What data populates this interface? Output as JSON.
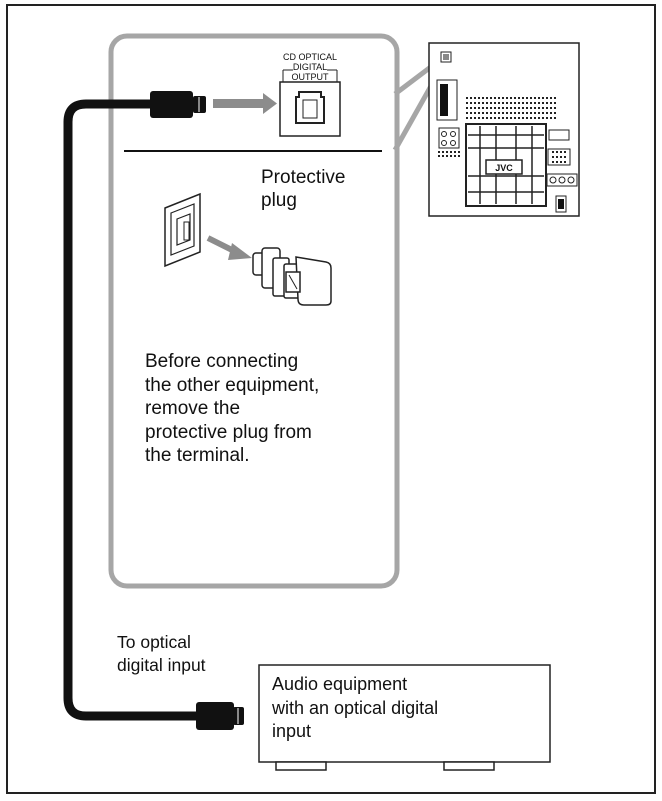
{
  "terminal_label": [
    "CD OPTICAL",
    "DIGITAL",
    "OUTPUT"
  ],
  "protective_plug_label": [
    "Protective",
    "plug"
  ],
  "instruction_lines": [
    "Before connecting",
    "the other equipment,",
    "remove the",
    "protective plug from",
    "the terminal."
  ],
  "cable_label": [
    "To optical",
    "digital input"
  ],
  "equipment_label": [
    "Audio equipment",
    "with an optical digital",
    "input"
  ],
  "brand_logo": "JVC",
  "colors": {
    "callout_border": "#a6a6a6",
    "arrow": "#8c8c8c",
    "cable": "#111111"
  }
}
